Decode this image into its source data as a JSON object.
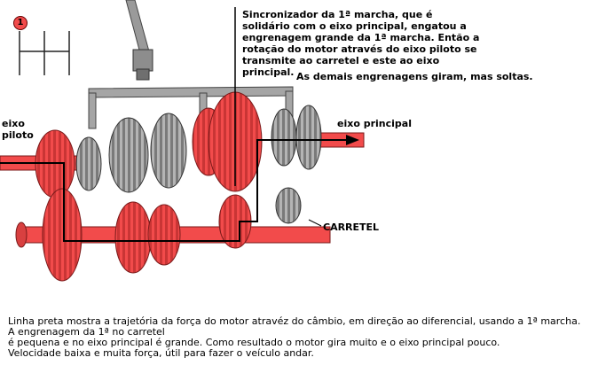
{
  "gear_indicator": "1",
  "callout_synchro": "Sincronizador da 1ª marcha, que é solidário com o eixo principal, engatou a engrenagem grande da 1ª marcha. Então a rotação do motor através do eixo piloto se transmite ao carretel e este ao eixo principal.",
  "callout_others": "As demais engrenagens giram, mas soltas.",
  "label_eixo_piloto": "eixo\npiloto",
  "label_eixo_principal": "eixo principal",
  "label_carretel": "CARRETEL",
  "caption": [
    "Linha preta mostra a trajetória da força do motor atravéz do câmbio, em direção ao diferencial, usando a 1ª marcha.",
    "A engrenagem da 1ª no carretel",
    "é pequena e no eixo principal é grande. Como resultado o motor gira muito e o eixo principal pouco.",
    "Velocidade baixa e muita força, útil para fazer o veículo andar."
  ],
  "colors": {
    "engaged_red": "#f24b4b",
    "dark_red": "#b12424",
    "idle_gray": "#a8a8a8",
    "dark_gray": "#5a5a5a",
    "power_line": "#000000"
  }
}
